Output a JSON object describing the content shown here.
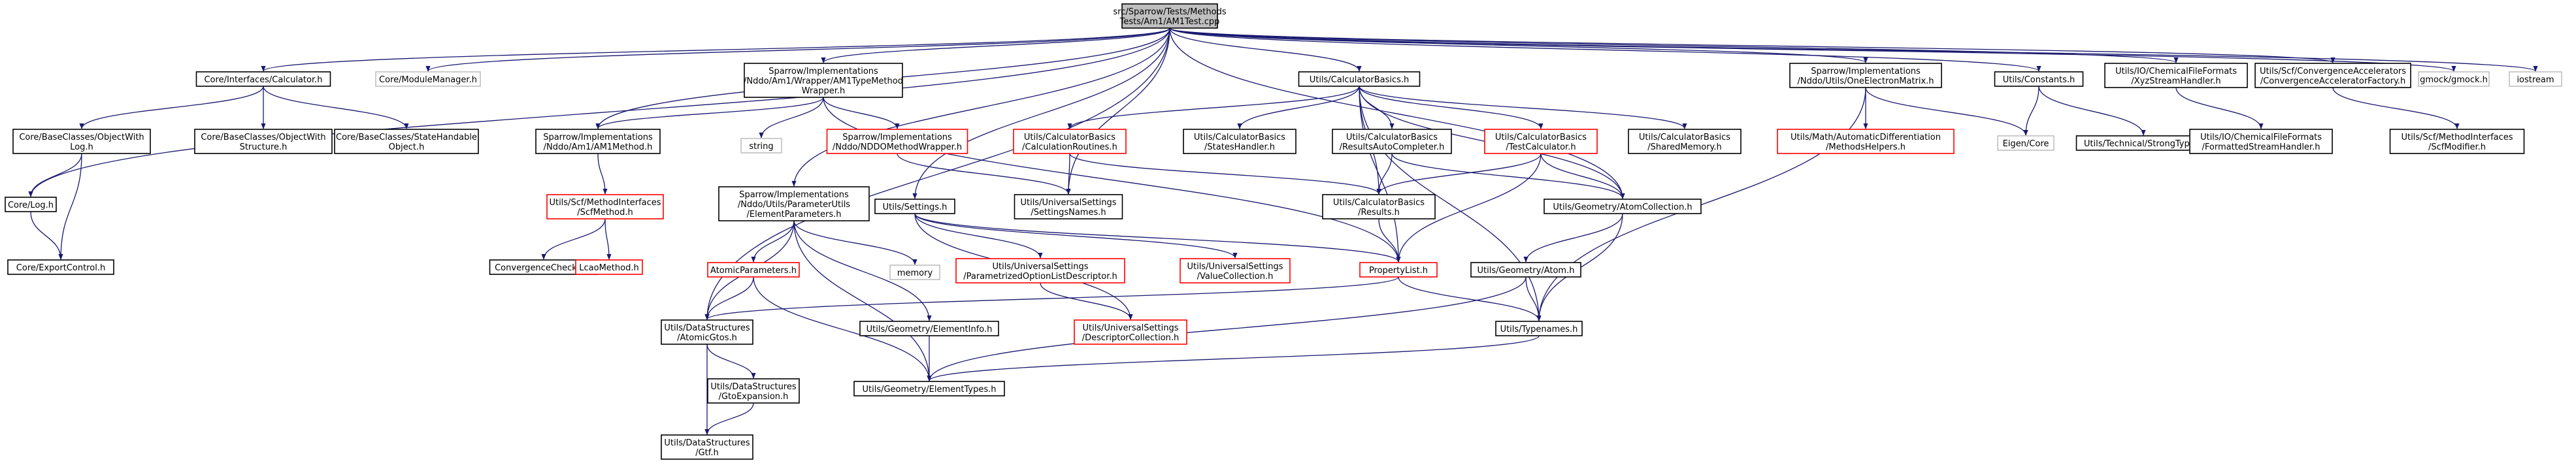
{
  "diagram": {
    "colors": {
      "root_fill": "#bfbfbf",
      "root_stroke": "#000000",
      "normal_stroke": "#000000",
      "external_stroke": "#bfbfbf",
      "missing_stroke": "#ff0000",
      "normal_fill": "#ffffff",
      "edge": "#191970",
      "external_text": "#000000"
    },
    "nodes": [
      {
        "id": "root",
        "kind": "root",
        "lines": [
          "src/Sparrow/Tests/Methods",
          "Tests/Am1/AM1Test.cpp"
        ]
      },
      {
        "id": "calculator",
        "kind": "normal",
        "lines": [
          "Core/Interfaces/Calculator.h"
        ]
      },
      {
        "id": "modulemanager",
        "kind": "external",
        "lines": [
          "Core/ModuleManager.h"
        ]
      },
      {
        "id": "am1wrapper",
        "kind": "normal",
        "lines": [
          "Sparrow/Implementations",
          "/Nddo/Am1/Wrapper/AM1TypeMethod",
          "Wrapper.h"
        ]
      },
      {
        "id": "calcbasics",
        "kind": "normal",
        "lines": [
          "Utils/CalculatorBasics.h"
        ]
      },
      {
        "id": "oneelectron",
        "kind": "normal",
        "lines": [
          "Sparrow/Implementations",
          "/Nddo/Utils/OneElectronMatrix.h"
        ]
      },
      {
        "id": "constants",
        "kind": "normal",
        "lines": [
          "Utils/Constants.h"
        ]
      },
      {
        "id": "xyzstream",
        "kind": "normal",
        "lines": [
          "Utils/IO/ChemicalFileFormats",
          "/XyzStreamHandler.h"
        ]
      },
      {
        "id": "convaccel",
        "kind": "normal",
        "lines": [
          "Utils/Scf/ConvergenceAccelerators",
          "/ConvergenceAcceleratorFactory.h"
        ]
      },
      {
        "id": "gmock",
        "kind": "external",
        "lines": [
          "gmock/gmock.h"
        ]
      },
      {
        "id": "iostream",
        "kind": "external",
        "lines": [
          "iostream"
        ]
      },
      {
        "id": "objwithlog",
        "kind": "normal",
        "lines": [
          "Core/BaseClasses/ObjectWith",
          "Log.h"
        ]
      },
      {
        "id": "objwithstructure",
        "kind": "normal",
        "lines": [
          "Core/BaseClasses/ObjectWith",
          "Structure.h"
        ]
      },
      {
        "id": "statehandable",
        "kind": "normal",
        "lines": [
          "Core/BaseClasses/StateHandable",
          "Object.h"
        ]
      },
      {
        "id": "am1method",
        "kind": "normal",
        "lines": [
          "Sparrow/Implementations",
          "/Nddo/Am1/AM1Method.h"
        ]
      },
      {
        "id": "string",
        "kind": "external",
        "lines": [
          "string"
        ]
      },
      {
        "id": "nddowrapper",
        "kind": "missing",
        "lines": [
          "Sparrow/Implementations",
          "/Nddo/NDDOMethodWrapper.h"
        ]
      },
      {
        "id": "calcroutines",
        "kind": "missing",
        "lines": [
          "Utils/CalculatorBasics",
          "/CalculationRoutines.h"
        ]
      },
      {
        "id": "stateshandler",
        "kind": "normal",
        "lines": [
          "Utils/CalculatorBasics",
          "/StatesHandler.h"
        ]
      },
      {
        "id": "resultsauto",
        "kind": "normal",
        "lines": [
          "Utils/CalculatorBasics",
          "/ResultsAutoCompleter.h"
        ]
      },
      {
        "id": "testcalc",
        "kind": "missing",
        "lines": [
          "Utils/CalculatorBasics",
          "/TestCalculator.h"
        ]
      },
      {
        "id": "sharedmem",
        "kind": "normal",
        "lines": [
          "Utils/CalculatorBasics",
          "/SharedMemory.h"
        ]
      },
      {
        "id": "autodiff",
        "kind": "missing",
        "lines": [
          "Utils/Math/AutomaticDifferentiation",
          "/MethodsHelpers.h"
        ]
      },
      {
        "id": "eigen",
        "kind": "external",
        "lines": [
          "Eigen/Core"
        ]
      },
      {
        "id": "strongtype",
        "kind": "normal",
        "lines": [
          "Utils/Technical/StrongType.h"
        ]
      },
      {
        "id": "formattedstream",
        "kind": "normal",
        "lines": [
          "Utils/IO/ChemicalFileFormats",
          "/FormattedStreamHandler.h"
        ]
      },
      {
        "id": "scfmodifier",
        "kind": "normal",
        "lines": [
          "Utils/Scf/MethodInterfaces",
          "/ScfModifier.h"
        ]
      },
      {
        "id": "corelog",
        "kind": "normal",
        "lines": [
          "Core/Log.h"
        ]
      },
      {
        "id": "exportcontrol",
        "kind": "normal",
        "lines": [
          "Core/ExportControl.h"
        ]
      },
      {
        "id": "scfmethod",
        "kind": "missing",
        "lines": [
          "Utils/Scf/MethodInterfaces",
          "/ScfMethod.h"
        ]
      },
      {
        "id": "elemparams",
        "kind": "normal",
        "lines": [
          "Sparrow/Implementations",
          "/Nddo/Utils/ParameterUtils",
          "/ElementParameters.h"
        ]
      },
      {
        "id": "settings",
        "kind": "normal",
        "lines": [
          "Utils/Settings.h"
        ]
      },
      {
        "id": "settingsnames",
        "kind": "normal",
        "lines": [
          "Utils/UniversalSettings",
          "/SettingsNames.h"
        ]
      },
      {
        "id": "results",
        "kind": "normal",
        "lines": [
          "Utils/CalculatorBasics",
          "/Results.h"
        ]
      },
      {
        "id": "atomcollection",
        "kind": "normal",
        "lines": [
          "Utils/Geometry/AtomCollection.h"
        ]
      },
      {
        "id": "convchecker",
        "kind": "normal",
        "lines": [
          "ConvergenceChecker.h"
        ]
      },
      {
        "id": "lcaomethod",
        "kind": "missing",
        "lines": [
          "LcaoMethod.h"
        ]
      },
      {
        "id": "atomicparams",
        "kind": "missing",
        "lines": [
          "AtomicParameters.h"
        ]
      },
      {
        "id": "memory",
        "kind": "external",
        "lines": [
          "memory"
        ]
      },
      {
        "id": "paramoptlist",
        "kind": "missing",
        "lines": [
          "Utils/UniversalSettings",
          "/ParametrizedOptionListDescriptor.h"
        ]
      },
      {
        "id": "valuecollection",
        "kind": "missing",
        "lines": [
          "Utils/UniversalSettings",
          "/ValueCollection.h"
        ]
      },
      {
        "id": "propertylist",
        "kind": "missing",
        "lines": [
          "PropertyList.h"
        ]
      },
      {
        "id": "atomh",
        "kind": "normal",
        "lines": [
          "Utils/Geometry/Atom.h"
        ]
      },
      {
        "id": "atomicgtos",
        "kind": "normal",
        "lines": [
          "Utils/DataStructures",
          "/AtomicGtos.h"
        ]
      },
      {
        "id": "elementinfo",
        "kind": "normal",
        "lines": [
          "Utils/Geometry/ElementInfo.h"
        ]
      },
      {
        "id": "desccollection",
        "kind": "missing",
        "lines": [
          "Utils/UniversalSettings",
          "/DescriptorCollection.h"
        ]
      },
      {
        "id": "typenames",
        "kind": "normal",
        "lines": [
          "Utils/Typenames.h"
        ]
      },
      {
        "id": "gtoexpansion",
        "kind": "normal",
        "lines": [
          "Utils/DataStructures",
          "/GtoExpansion.h"
        ]
      },
      {
        "id": "elementtypes",
        "kind": "normal",
        "lines": [
          "Utils/Geometry/ElementTypes.h"
        ]
      },
      {
        "id": "gtf",
        "kind": "normal",
        "lines": [
          "Utils/DataStructures",
          "/Gtf.h"
        ]
      }
    ],
    "edges": [
      [
        "root",
        "calculator"
      ],
      [
        "root",
        "modulemanager"
      ],
      [
        "root",
        "am1wrapper"
      ],
      [
        "root",
        "calcbasics"
      ],
      [
        "root",
        "oneelectron"
      ],
      [
        "root",
        "constants"
      ],
      [
        "root",
        "xyzstream"
      ],
      [
        "root",
        "convaccel"
      ],
      [
        "root",
        "gmock"
      ],
      [
        "root",
        "iostream"
      ],
      [
        "root",
        "corelog"
      ],
      [
        "root",
        "am1method"
      ],
      [
        "root",
        "settings"
      ],
      [
        "root",
        "elemparams"
      ],
      [
        "root",
        "atomicgtos"
      ],
      [
        "root",
        "settingsnames"
      ],
      [
        "root",
        "atomcollection"
      ],
      [
        "calculator",
        "objwithlog"
      ],
      [
        "calculator",
        "objwithstructure"
      ],
      [
        "calculator",
        "statehandable"
      ],
      [
        "objwithlog",
        "corelog"
      ],
      [
        "objwithlog",
        "exportcontrol"
      ],
      [
        "corelog",
        "exportcontrol"
      ],
      [
        "am1wrapper",
        "am1method"
      ],
      [
        "am1wrapper",
        "string"
      ],
      [
        "am1wrapper",
        "nddowrapper"
      ],
      [
        "am1wrapper",
        "propertylist"
      ],
      [
        "am1method",
        "scfmethod"
      ],
      [
        "scfmethod",
        "convchecker"
      ],
      [
        "scfmethod",
        "lcaomethod"
      ],
      [
        "nddowrapper",
        "settingsnames"
      ],
      [
        "calcbasics",
        "calcroutines"
      ],
      [
        "calcbasics",
        "stateshandler"
      ],
      [
        "calcbasics",
        "resultsauto"
      ],
      [
        "calcbasics",
        "testcalc"
      ],
      [
        "calcbasics",
        "sharedmem"
      ],
      [
        "calcbasics",
        "results"
      ],
      [
        "calcbasics",
        "propertylist"
      ],
      [
        "calcbasics",
        "atomcollection"
      ],
      [
        "calcbasics",
        "typenames"
      ],
      [
        "calcroutines",
        "settingsnames"
      ],
      [
        "calcroutines",
        "results"
      ],
      [
        "resultsauto",
        "results"
      ],
      [
        "resultsauto",
        "atomcollection"
      ],
      [
        "testcalc",
        "results"
      ],
      [
        "testcalc",
        "atomcollection"
      ],
      [
        "testcalc",
        "propertylist"
      ],
      [
        "results",
        "propertylist"
      ],
      [
        "atomcollection",
        "atomh"
      ],
      [
        "atomcollection",
        "typenames"
      ],
      [
        "atomh",
        "typenames"
      ],
      [
        "atomh",
        "elementtypes"
      ],
      [
        "oneelectron",
        "autodiff"
      ],
      [
        "oneelectron",
        "eigen"
      ],
      [
        "oneelectron",
        "typenames"
      ],
      [
        "constants",
        "strongtype"
      ],
      [
        "constants",
        "eigen"
      ],
      [
        "xyzstream",
        "formattedstream"
      ],
      [
        "convaccel",
        "scfmodifier"
      ],
      [
        "elemparams",
        "atomicparams"
      ],
      [
        "elemparams",
        "memory"
      ],
      [
        "elemparams",
        "elementinfo"
      ],
      [
        "elemparams",
        "elementtypes"
      ],
      [
        "elemparams",
        "atomicgtos"
      ],
      [
        "atomicparams",
        "atomicgtos"
      ],
      [
        "atomicparams",
        "elementtypes"
      ],
      [
        "settings",
        "paramoptlist"
      ],
      [
        "settings",
        "valuecollection"
      ],
      [
        "settings",
        "desccollection"
      ],
      [
        "settings",
        "propertylist"
      ],
      [
        "paramoptlist",
        "desccollection"
      ],
      [
        "propertylist",
        "typenames"
      ],
      [
        "propertylist",
        "atomicgtos"
      ],
      [
        "typenames",
        "elementtypes"
      ],
      [
        "elementinfo",
        "elementtypes"
      ],
      [
        "atomicgtos",
        "gtoexpansion"
      ],
      [
        "atomicgtos",
        "gtf"
      ],
      [
        "gtoexpansion",
        "gtf"
      ]
    ]
  }
}
